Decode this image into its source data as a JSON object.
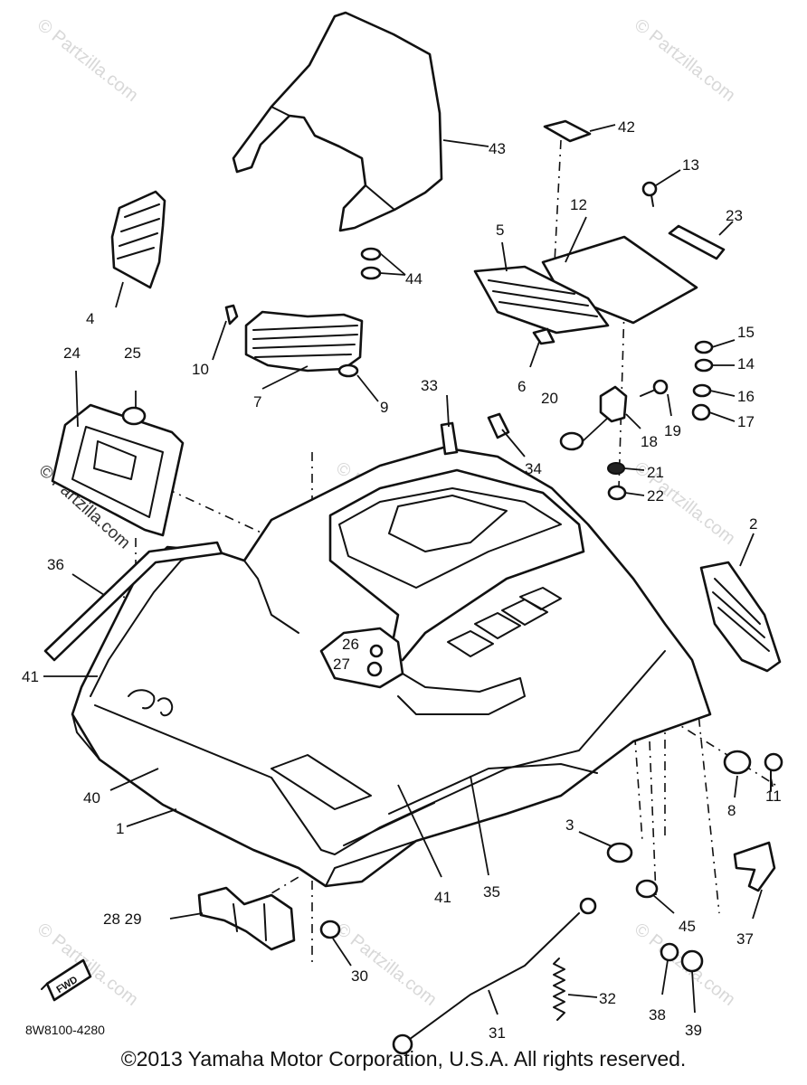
{
  "watermark": "© Partzilla.com",
  "drawing_code": "8W8100-4280",
  "fwd_label": "FWD",
  "copyright": "©2013 Yamaha Motor Corporation, U.S.A. All rights reserved.",
  "callouts": {
    "c1": "1",
    "c2": "2",
    "c3": "3",
    "c4": "4",
    "c5": "5",
    "c6": "6",
    "c7": "7",
    "c8": "8",
    "c9": "9",
    "c10": "10",
    "c11": "11",
    "c12": "12",
    "c13": "13",
    "c14": "14",
    "c15": "15",
    "c16": "16",
    "c17": "17",
    "c18": "18",
    "c19": "19",
    "c20": "20",
    "c21": "21",
    "c22": "22",
    "c23": "23",
    "c24": "24",
    "c25": "25",
    "c26": "26",
    "c27": "27",
    "c2829": "28 29",
    "c30": "30",
    "c31": "31",
    "c32": "32",
    "c33": "33",
    "c34": "34",
    "c35": "35",
    "c36": "36",
    "c37": "37",
    "c38": "38",
    "c39": "39",
    "c40": "40",
    "c41a": "41",
    "c41b": "41",
    "c42": "42",
    "c43": "43",
    "c44": "44",
    "c45": "45"
  }
}
